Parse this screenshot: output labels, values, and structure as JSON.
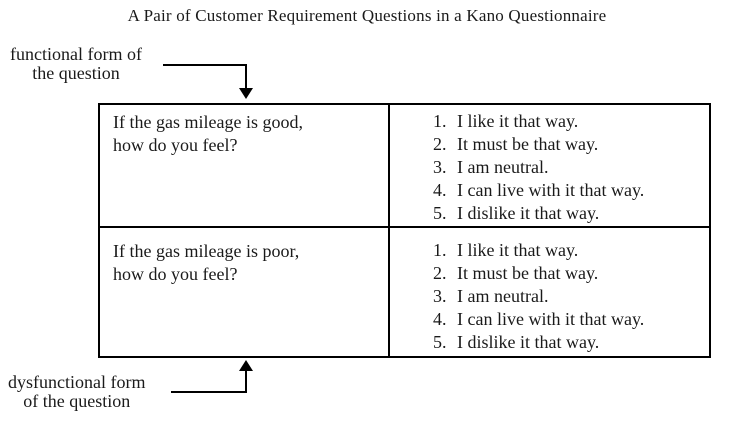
{
  "title": "A Pair of Customer Requirement Questions in a Kano Questionnaire",
  "labels": {
    "functional": {
      "line1": "functional form of",
      "line2": "the question"
    },
    "dysfunctional": {
      "line1": "dysfunctional form",
      "line2": "of the question"
    }
  },
  "table": {
    "rows": [
      {
        "question": {
          "line1": "If the gas mileage is good,",
          "line2": "how do you feel?"
        },
        "options": [
          {
            "num": "1.",
            "text": "I like it that way."
          },
          {
            "num": "2.",
            "text": "It must be that way."
          },
          {
            "num": "3.",
            "text": "I am neutral."
          },
          {
            "num": "4.",
            "text": "I can live with it that way."
          },
          {
            "num": "5.",
            "text": "I dislike it that way."
          }
        ]
      },
      {
        "question": {
          "line1": "If the gas mileage is poor,",
          "line2": "how do you feel?"
        },
        "options": [
          {
            "num": "1.",
            "text": "I like it that way."
          },
          {
            "num": "2.",
            "text": "It must be that way."
          },
          {
            "num": "3.",
            "text": "I am neutral."
          },
          {
            "num": "4.",
            "text": "I can live with it that way."
          },
          {
            "num": "5.",
            "text": "I dislike it that way."
          }
        ]
      }
    ]
  },
  "icons": {
    "functional_connector": "arrow-down",
    "dysfunctional_connector": "arrow-up"
  },
  "colors": {
    "background": "#ffffff",
    "text": "#1a1a1a",
    "line": "#000000"
  }
}
